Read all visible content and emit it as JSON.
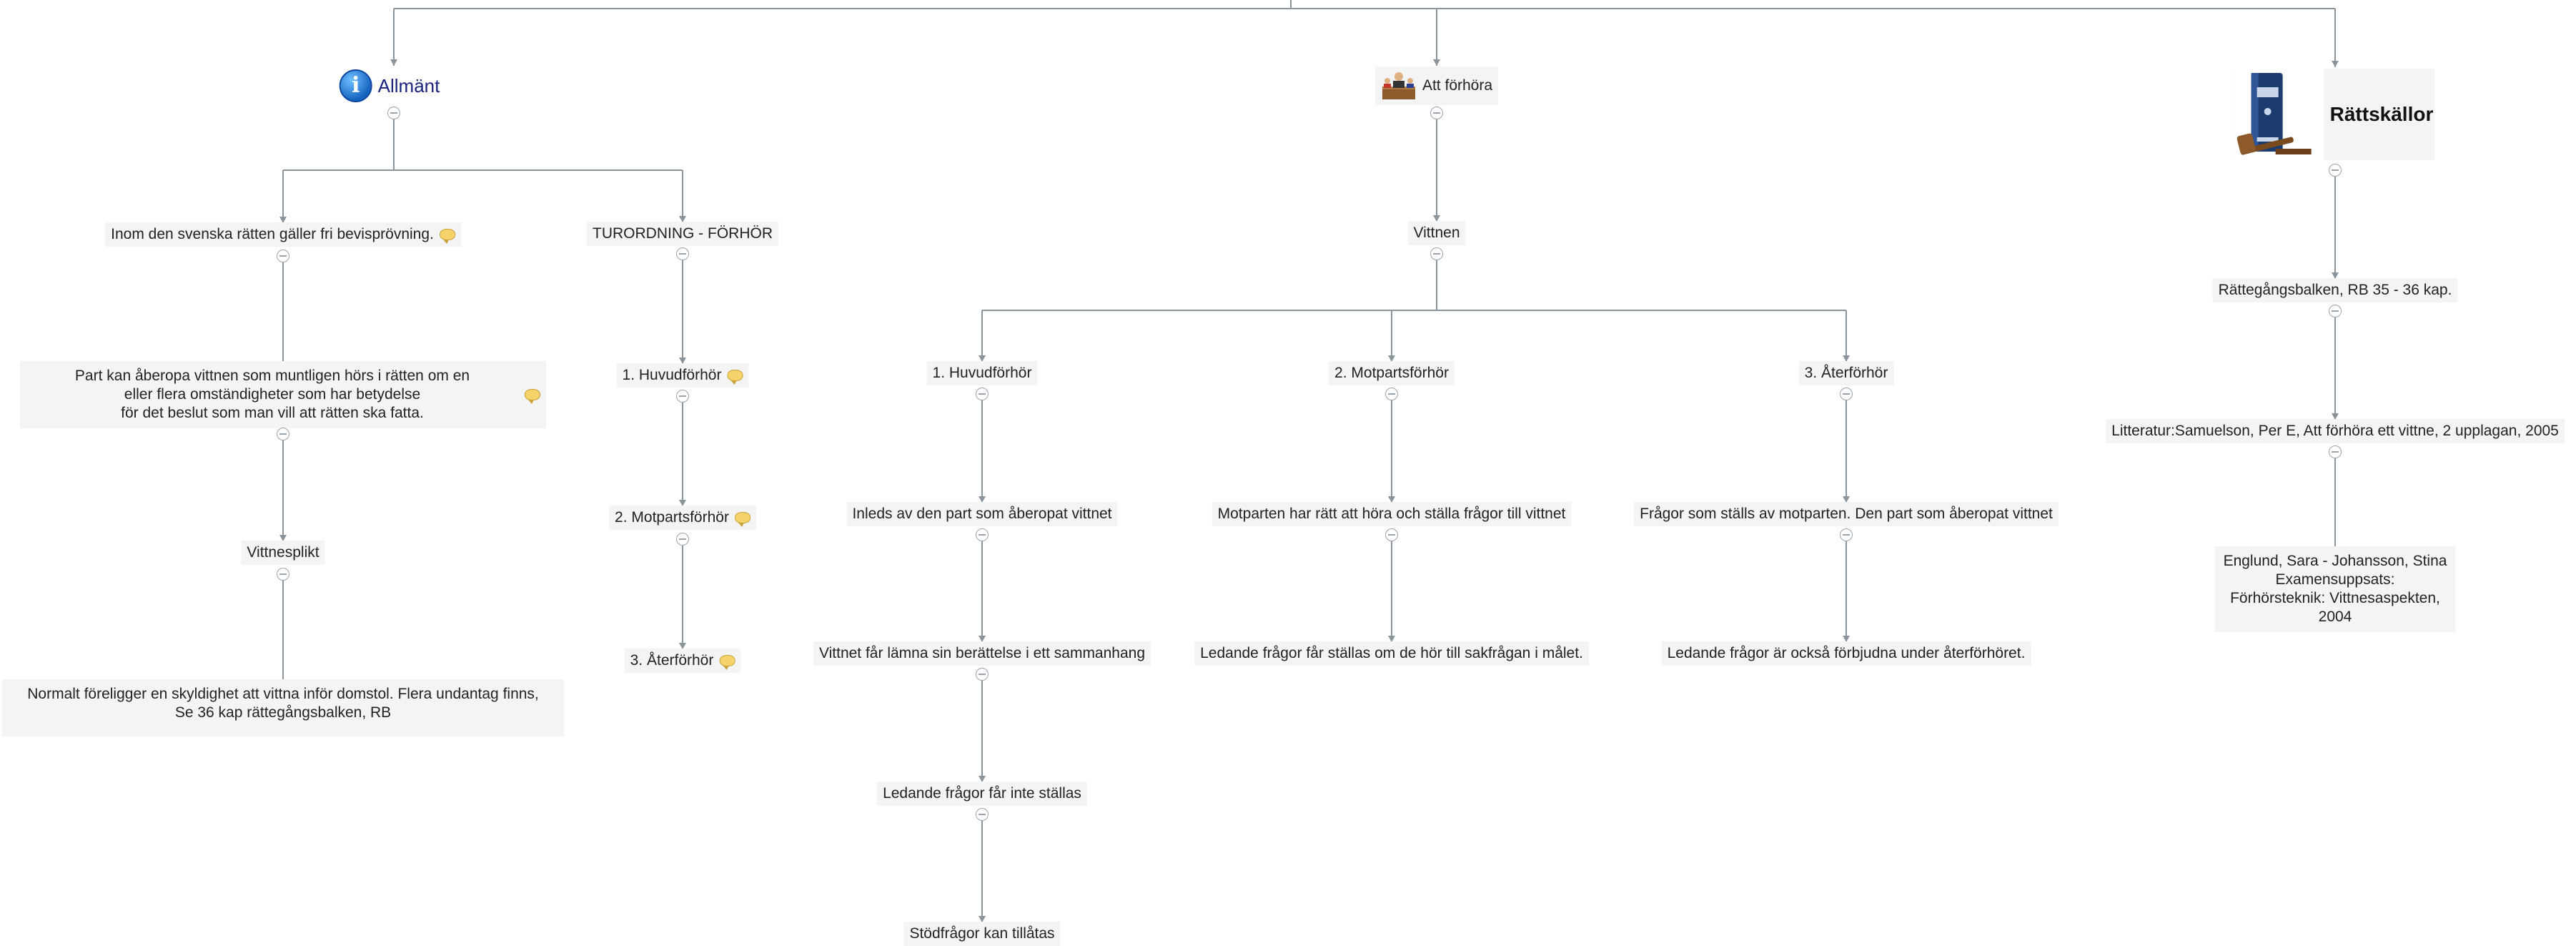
{
  "roots": {
    "allmant": {
      "label": "Allmänt",
      "icon": "info-icon"
    },
    "att_forhora": {
      "label": "Att förhöra",
      "icon": "courtroom-icon"
    },
    "rattskallor": {
      "label": "Rättskällor",
      "icon": "lawbook-gavel-icon"
    }
  },
  "allmant_branch": {
    "bevis": "Inom den svenska rätten gäller fri bevisprövning.",
    "part": "Part kan åberopa vittnen som muntligen hörs i rätten om en\neller flera omständigheter som har betydelse\nför det beslut som man vill att rätten ska fatta.",
    "vittnesplikt": "Vittnesplikt",
    "normalt": "Normalt föreligger en skyldighet att vittna inför domstol. Flera undantag finns,\nSe 36 kap rättegångsbalken, RB",
    "turordning": "TURORDNING - FÖRHÖR",
    "huvud": "1. Huvudförhör",
    "motparts": "2. Motpartsförhör",
    "ater": "3. Återförhör"
  },
  "forhora_branch": {
    "vittnen": "Vittnen",
    "huvud": "1. Huvudförhör",
    "inleds": "Inleds av den part som åberopat vittnet",
    "berattelse": "Vittnet får lämna sin berättelse i ett sammanhang",
    "ledande_inte": "Ledande frågor får inte ställas",
    "stodfragor": "Stödfrågor kan tillåtas",
    "motparts": "2. Motpartsförhör",
    "motparten_ratt": "Motparten har rätt att höra och ställa frågor till vittnet",
    "ledande_far": "Ledande frågor får ställas om de hör till sakfrågan i målet.",
    "ater": "3. Återförhör",
    "fragor_stalls": "Frågor som ställs av motparten. Den part som åberopat vittnet",
    "ledande_forbjudna": "Ledande frågor är också förbjudna under återförhöret."
  },
  "rattskallor_branch": {
    "rb": "Rättegångsbalken, RB 35 - 36 kap.",
    "litteratur": "Litteratur:Samuelson, Per E, Att förhöra ett vittne, 2 upplagan, 2005",
    "englund": "Englund, Sara - Johansson, Stina\nExamensuppsats:\nFörhörsteknik: Vittnesaspekten, 2004"
  },
  "colors": {
    "connector": "#8a949c",
    "node_bg": "#f4f4f4",
    "note": "#f6d36a"
  }
}
